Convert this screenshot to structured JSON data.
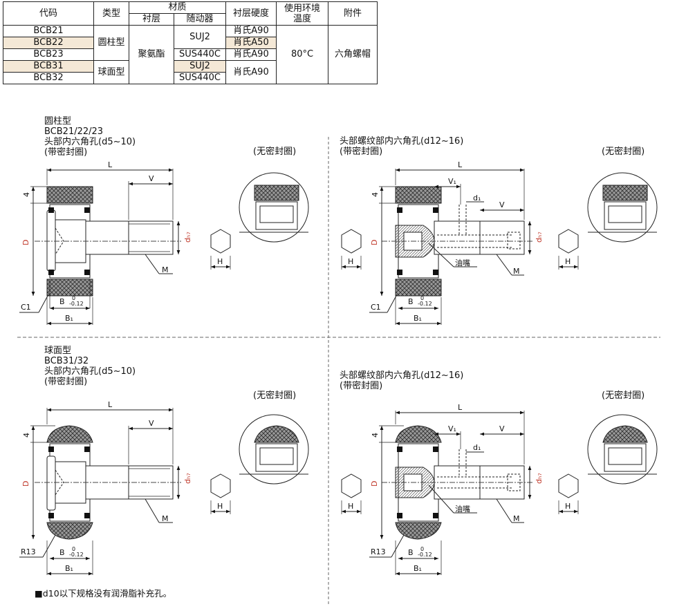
{
  "table": {
    "headers": {
      "code": "代码",
      "type": "类型",
      "material": "材质",
      "liner": "衬层",
      "follower": "随动器",
      "hardness": "衬层硬度",
      "temp_line1": "使用环境",
      "temp_line2": "温度",
      "accessory": "附件"
    },
    "codes": [
      "BCB21",
      "BCB22",
      "BCB23",
      "BCB31",
      "BCB32"
    ],
    "type_cylinder": "圆柱型",
    "type_sphere": "球面型",
    "liner_value": "聚氨酯",
    "follower_values": [
      "SUJ2",
      "SUS440C",
      "SUJ2",
      "SUS440C"
    ],
    "hardness_values": [
      "肖氏A90",
      "肖氏A50",
      "肖氏A90",
      "肖氏A90"
    ],
    "temperature": "80°C",
    "accessory_value": "六角螺帽"
  },
  "sections": {
    "top_left": {
      "title": "圆柱型",
      "codes": "BCB21/22/23",
      "desc": "头部内六角孔(d5~10)",
      "seal": "(带密封圈)"
    },
    "top_right": {
      "desc": "头部螺纹部内六角孔(d12~16)",
      "seal": "(带密封圈)"
    },
    "bottom_left": {
      "title": "球面型",
      "codes": "BCB31/32",
      "desc": "头部内六角孔(d5~10)",
      "seal": "(带密封圈)"
    },
    "bottom_right": {
      "desc": "头部螺纹部内六角孔(d12~16)",
      "seal": "(带密封圈)"
    }
  },
  "no_seal_label": "(无密封圈)",
  "dims": {
    "L": "L",
    "V": "V",
    "V1": "V₁",
    "d1": "d₁",
    "D": "D",
    "dh7": "dₕ₇",
    "M": "M",
    "H": "H",
    "four": "4",
    "C1": "C1",
    "R13": "R13",
    "B": "B",
    "B_tol_up": "0",
    "B_tol_down": "-0.12",
    "B1": "B₁",
    "oil": "油嘴"
  },
  "footnote": "■d10以下规格没有润滑脂补充孔。"
}
